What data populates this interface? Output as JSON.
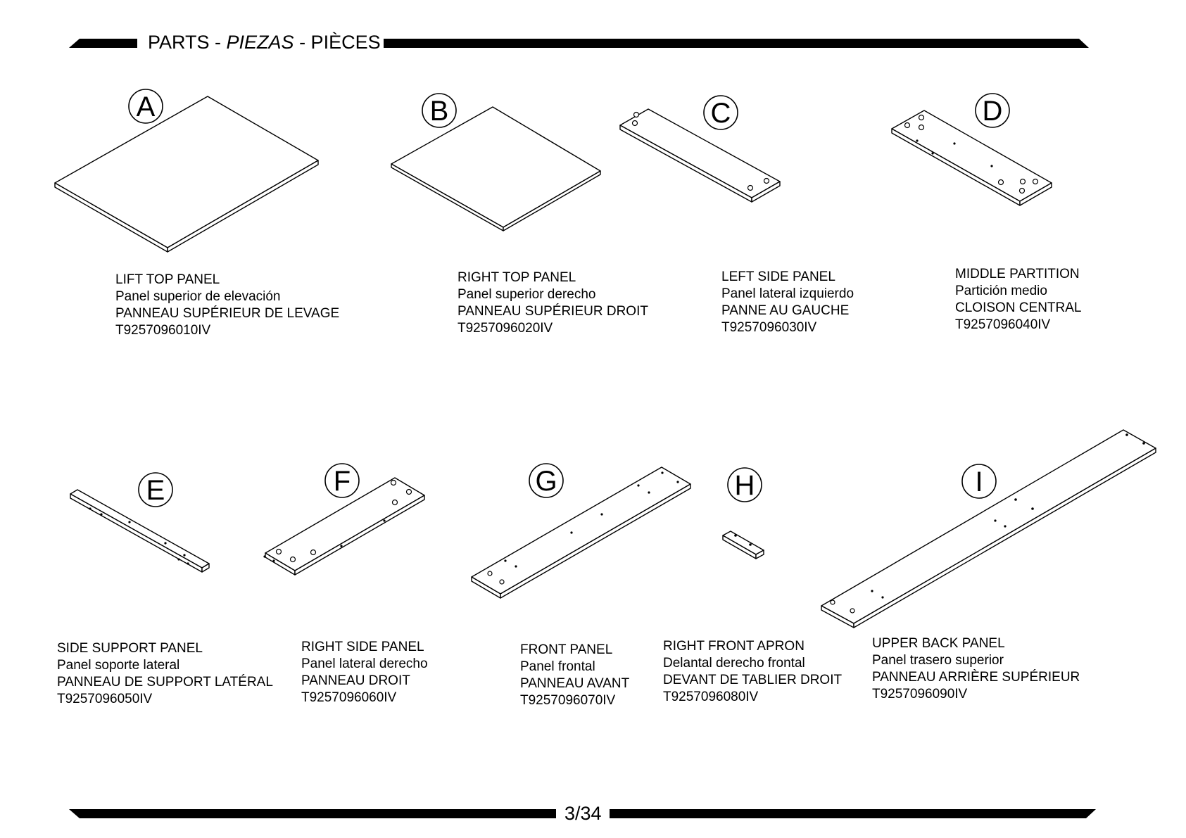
{
  "header": {
    "title_part1": "PARTS - ",
    "title_part2": "PIEZAS",
    "title_part3": " - PIÈCES"
  },
  "page_number": "3/34",
  "parts": [
    {
      "letter": "A",
      "en": "LIFT TOP PANEL",
      "es": "Panel superior de elevación",
      "fr": "PANNEAU SUPÉRIEUR DE LEVAGE",
      "code": "T9257096010IV"
    },
    {
      "letter": "B",
      "en": "RIGHT TOP PANEL",
      "es": "Panel superior derecho",
      "fr": "PANNEAU SUPÉRIEUR DROIT",
      "code": "T9257096020IV"
    },
    {
      "letter": "C",
      "en": "LEFT SIDE PANEL",
      "es": "Panel lateral izquierdo",
      "fr": "PANNE AU GAUCHE",
      "code": "T9257096030IV"
    },
    {
      "letter": "D",
      "en": "MIDDLE PARTITION",
      "es": "Partición medio",
      "fr": "CLOISON CENTRAL",
      "code": "T9257096040IV"
    },
    {
      "letter": "E",
      "en": "SIDE SUPPORT PANEL",
      "es": "Panel soporte lateral",
      "fr": "PANNEAU DE SUPPORT LATÉRAL",
      "code": "T9257096050IV"
    },
    {
      "letter": "F",
      "en": "RIGHT SIDE PANEL",
      "es": "Panel lateral derecho",
      "fr": "PANNEAU DROIT",
      "code": "T9257096060IV"
    },
    {
      "letter": "G",
      "en": "FRONT PANEL",
      "es": "Panel frontal",
      "fr": "PANNEAU AVANT",
      "code": "T9257096070IV"
    },
    {
      "letter": "H",
      "en": "RIGHT FRONT APRON",
      "es": "Delantal derecho frontal",
      "fr": "DEVANT DE TABLIER DROIT",
      "code": "T9257096080IV"
    },
    {
      "letter": "I",
      "en": "UPPER BACK PANEL",
      "es": "Panel trasero superior",
      "fr": "PANNEAU ARRIÈRE SUPÉRIEUR",
      "code": "T9257096090IV"
    }
  ]
}
